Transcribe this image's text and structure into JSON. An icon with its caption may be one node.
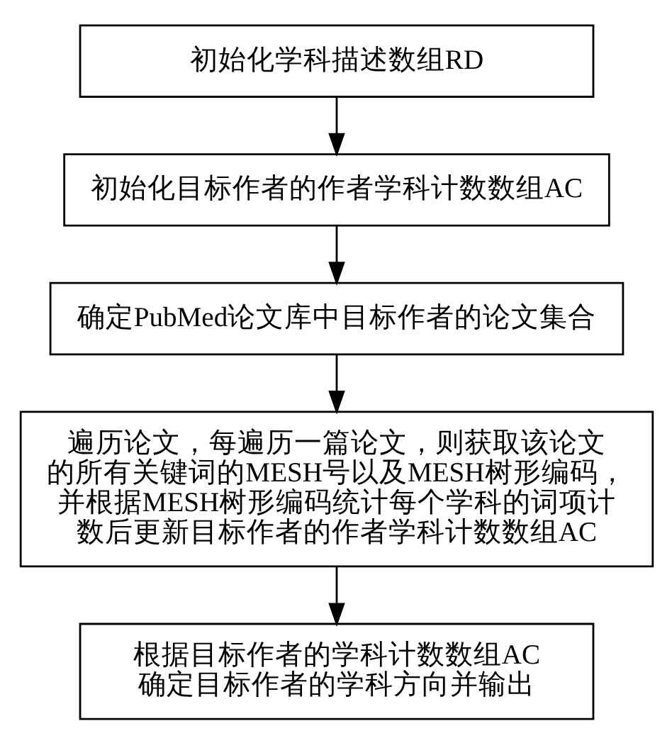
{
  "diagram": {
    "nodes": [
      {
        "text": [
          "初始化学科描述数组RD"
        ]
      },
      {
        "text": [
          "初始化目标作者的作者学科计数数组AC"
        ]
      },
      {
        "text": [
          "确定PubMed论文库中目标作者的论文集合"
        ]
      },
      {
        "text": [
          "遍历论文，每遍历一篇论文，则获取该论文的所有关键词的MESH号以及MESH树形编码，并根据MESH树形编码统计每个学科的词项计数后更新目标作者的作者学科计数数组AC"
        ]
      },
      {
        "text": [
          "根据目标作者的学科计数数组AC确定目标作者的学科方向并输出"
        ]
      }
    ],
    "edges": [
      {
        "from": 0,
        "to": 1,
        "arrow": "to"
      },
      {
        "from": 1,
        "to": 2,
        "arrow": "to"
      },
      {
        "from": 2,
        "to": 3,
        "arrow": "to"
      },
      {
        "from": 3,
        "to": 4,
        "arrow": "to"
      }
    ]
  }
}
